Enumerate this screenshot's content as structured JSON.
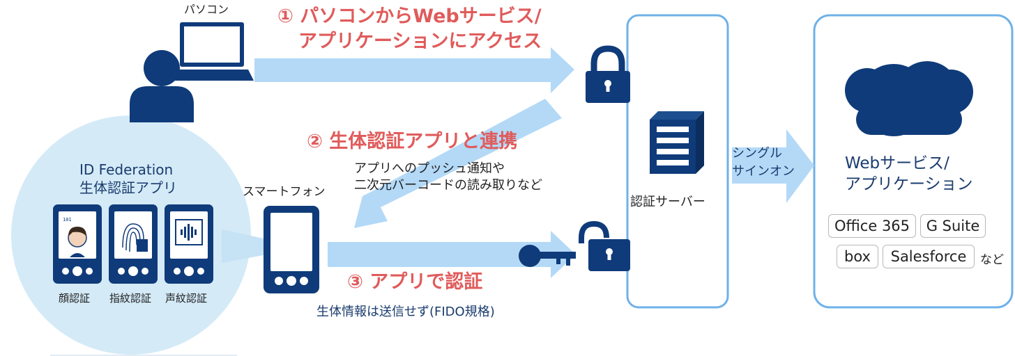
{
  "labels": {
    "pc": "パソコン",
    "smartphone": "スマートフォン",
    "auth_server": "認証サーバー"
  },
  "steps": {
    "step1_line1": "① パソコンからWebサービス/",
    "step1_line2": "アプリケーションにアクセス",
    "step2": "② 生体認証アプリと連携",
    "step2_note_line1": "アプリへのプッシュ通知や",
    "step2_note_line2": "二次元バーコードの読み取りなど",
    "step3": "③ アプリで認証",
    "step3_note": "生体情報は送信せず(FIDO規格)"
  },
  "app_panel": {
    "title": "ID Federation",
    "subtitle": "生体認証アプリ",
    "methods": [
      "顔認証",
      "指紋認証",
      "声紋認証"
    ]
  },
  "sso": {
    "line1": "シングル",
    "line2": "サインオン"
  },
  "services": {
    "title_line1": "Webサービス/",
    "title_line2": "アプリケーション",
    "tags": [
      "Office 365",
      "G Suite",
      "box",
      "Salesforce"
    ],
    "suffix": "など"
  },
  "colors": {
    "accent_red": "#e05b5b",
    "navy": "#0f3b7a",
    "light_blue_arrow": "#b3d9f7",
    "server_border": "#6fb1e8",
    "circle_fill": "#d4eaf7"
  }
}
